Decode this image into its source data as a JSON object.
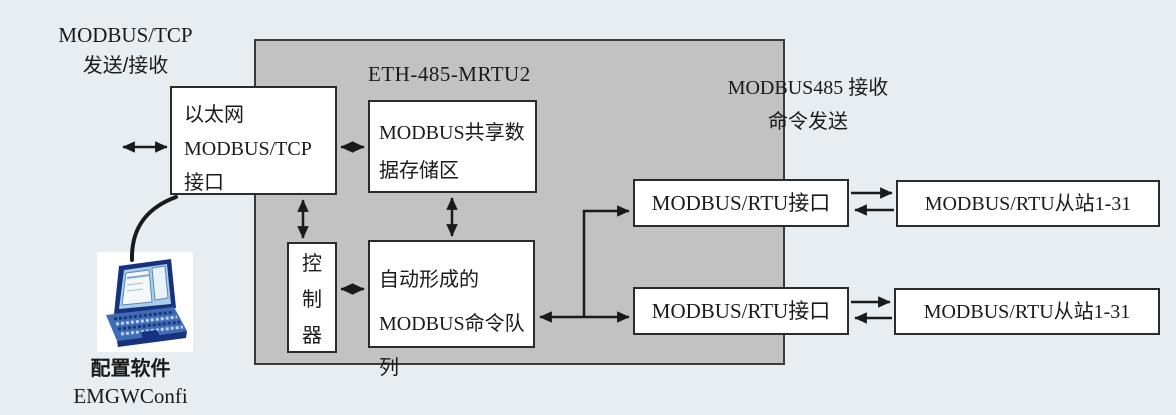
{
  "colors": {
    "background": "#e8edf1",
    "panel_fill": "#c2c2c2",
    "panel_border": "#3a3a3a",
    "box_fill": "#ffffff",
    "box_border": "#2b2b2b",
    "arrow": "#1a1a1a",
    "laptop_frame": "#16317d",
    "laptop_screen": "#a9cfe9",
    "laptop_deck": "#3f6cb5"
  },
  "labels": {
    "modbus_tcp": {
      "line1": "MODBUS/TCP",
      "line2": "发送/接收"
    },
    "gateway_title": "ETH-485-MRTU2",
    "modbus485": {
      "line1": "MODBUS485 接收",
      "line2": "命令发送"
    },
    "config": {
      "line1": "配置软件",
      "line2": "EMGWConfi"
    }
  },
  "boxes": {
    "ethernet": {
      "line1": "以太网",
      "line2": "MODBUS/TCP",
      "line3": "接口"
    },
    "shared_mem": {
      "line1": "MODBUS共享数",
      "line2": "据存储区"
    },
    "controller": {
      "text": "控\n制\n器"
    },
    "cmd_queue": {
      "line1": "自动形成的",
      "line2": "MODBUS命令队列"
    },
    "rtu_if_top": "MODBUS/RTU接口",
    "rtu_if_bottom": "MODBUS/RTU接口",
    "rtu_slave_top": "MODBUS/RTU从站1-31",
    "rtu_slave_bottom": "MODBUS/RTU从站1-31"
  },
  "icons": {
    "laptop": "laptop-icon"
  }
}
